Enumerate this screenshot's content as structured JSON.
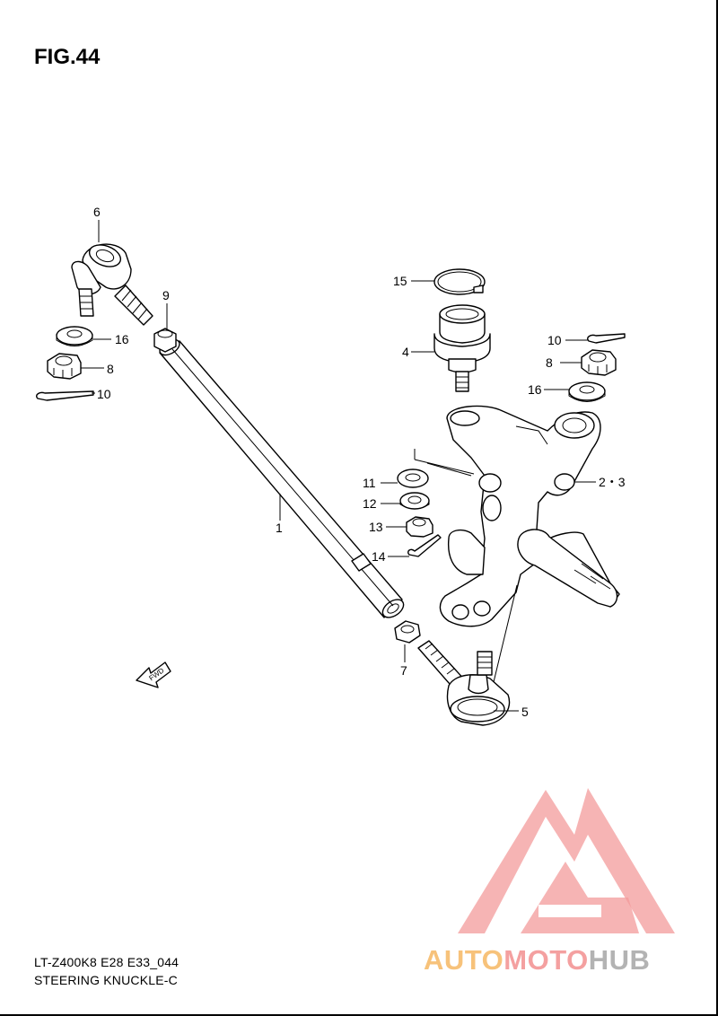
{
  "figure": {
    "title": "FIG.44"
  },
  "footer": {
    "model_code": "LT-Z400K8 E28 E33_044",
    "section_name": "STEERING KNUCKLE-C"
  },
  "fwd_arrow_label": "FWD",
  "callouts": {
    "c1": "1",
    "c23": "2・3",
    "c4": "4",
    "c5": "5",
    "c6": "6",
    "c7": "7",
    "c8a": "8",
    "c8b": "8",
    "c9": "9",
    "c10a": "10",
    "c10b": "10",
    "c11": "11",
    "c12": "12",
    "c13": "13",
    "c14": "14",
    "c15": "15",
    "c16a": "16",
    "c16b": "16"
  },
  "watermark": {
    "word_part1": "AUTO",
    "word_part2": "MOTO",
    "word_part3": "HUB",
    "color_part1": "#f7c27a",
    "color_part2": "#f4a0a0",
    "color_part3": "#b3b3b3",
    "logo_color": "#f28a8a"
  },
  "colors": {
    "line": "#000000",
    "background": "#ffffff"
  }
}
